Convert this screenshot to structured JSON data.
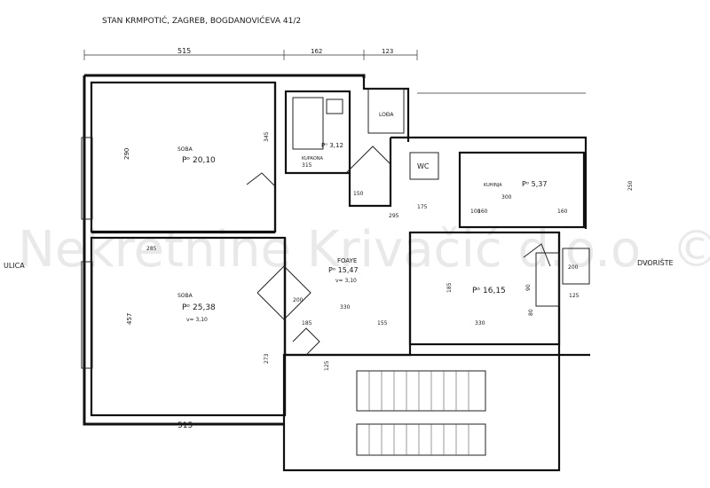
{
  "header": {
    "title": "STAN KRMPOTIĆ, ZAGREB, BOGDANOVIĆEVA 41/2"
  },
  "watermark": "Nekretnine Krivačić d.o.o. ©",
  "outside_labels": {
    "street": "ULICA",
    "yard": "DVORIŠTE"
  },
  "dimensions": {
    "top_left": "515",
    "top_mid": "162",
    "top_right": "123",
    "bottom": "515",
    "left_upper": "290",
    "left_lower": "457",
    "room1_right": "345",
    "room2_right": "273",
    "living_width": "285",
    "foyer_width": "330",
    "foyer_small": "185",
    "foyer_right": "155",
    "kitchen_w": "300",
    "kitchen_h": "160",
    "bath_w": "315",
    "room4_w": "330",
    "room4_h": "185",
    "side_160": "160",
    "side_200": "200",
    "side_125": "125",
    "side_250": "250",
    "stair_w": "125",
    "misc_150": "150",
    "misc_200": "200",
    "misc_175": "175",
    "misc_80": "80",
    "misc_90": "90",
    "misc_295": "295",
    "misc_100": "100"
  },
  "rooms": [
    {
      "name": "SOBA",
      "area": "Pᵒ 20,10"
    },
    {
      "name": "SOBA",
      "area": "Pᵒ 25,38",
      "height": "v= 3,10"
    },
    {
      "name": "KUPAONA",
      "area": "Pᵒ 3,12"
    },
    {
      "name": "FOAYE",
      "area": "Pᵒ 15,47",
      "height": "v= 3,10"
    },
    {
      "name": "KUHINJA",
      "area": "Pᵒ 5,37"
    },
    {
      "name": "",
      "area": "Pᵒ 16,15"
    },
    {
      "name": "LOĐA",
      "area": ""
    },
    {
      "name": "WC",
      "area": ""
    }
  ],
  "colors": {
    "ink": "#111111",
    "paper": "#ffffff",
    "watermark": "#e9e9e9"
  }
}
